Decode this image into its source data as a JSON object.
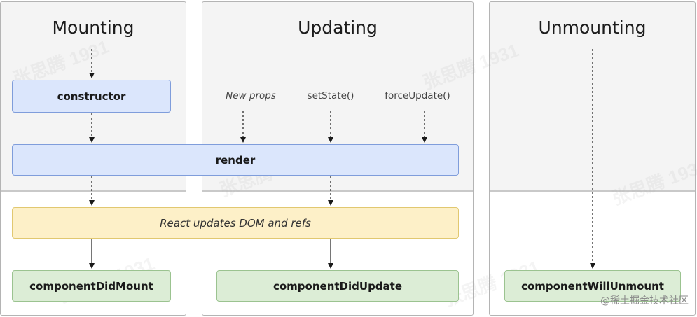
{
  "columns": {
    "mounting": "Mounting",
    "updating": "Updating",
    "unmounting": "Unmounting"
  },
  "triggers": {
    "new_props": "New props",
    "set_state": "setState()",
    "force_update": "forceUpdate()"
  },
  "boxes": {
    "constructor": "constructor",
    "render": "render",
    "react_updates": "React updates DOM and refs",
    "did_mount": "componentDidMount",
    "did_update": "componentDidUpdate",
    "will_unmount": "componentWillUnmount"
  },
  "watermark": "张思腾 1931",
  "footer": "@稀土掘金技术社区",
  "colors": {
    "render_phase_bg": "#f4f4f4",
    "blue_box": "#dbe6fc",
    "yellow_box": "#fdf0c8",
    "green_box": "#dcedd6"
  }
}
